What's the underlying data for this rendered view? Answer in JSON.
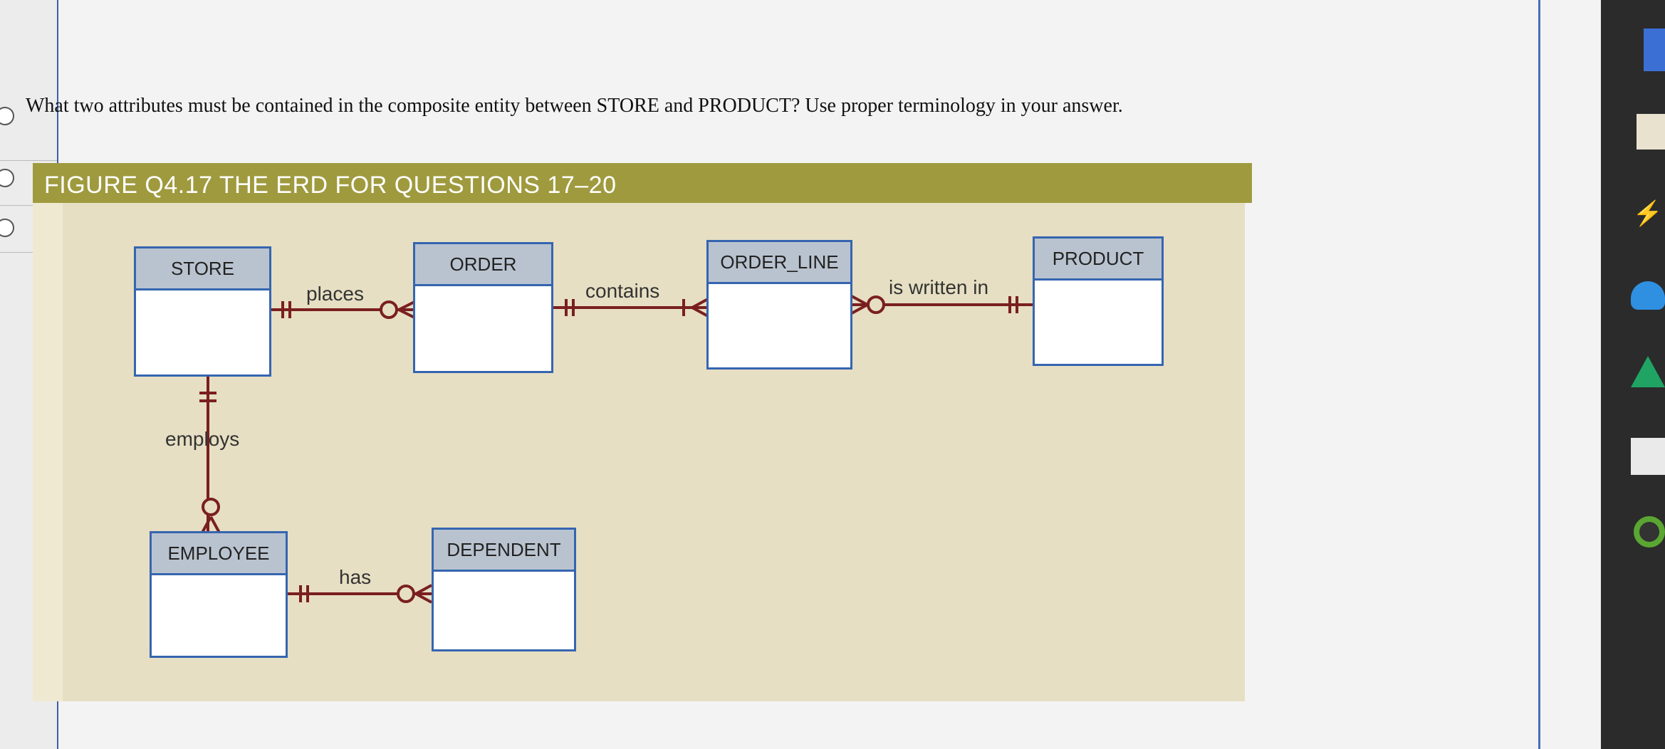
{
  "question": {
    "text": "What two attributes must be contained in the composite entity between STORE and PRODUCT? Use proper terminology in your answer."
  },
  "figure": {
    "title": "FIGURE Q4.17 THE ERD FOR QUESTIONS 17–20",
    "colors": {
      "header": "#9f9a3e",
      "panel": "#e6dfc3",
      "entity_border": "#3565b0",
      "entity_header": "#b9c3cf",
      "relationship_line": "#7a1f1f"
    },
    "entities": {
      "store": "STORE",
      "order": "ORDER",
      "order_line": "ORDER_LINE",
      "product": "PRODUCT",
      "employee": "EMPLOYEE",
      "dependent": "DEPENDENT"
    },
    "relationships": {
      "places": "places",
      "contains": "contains",
      "is_written_in": "is written in",
      "employs": "employs",
      "has": "has"
    }
  },
  "dock": {
    "icons": [
      "app-icon",
      "edit-icon",
      "wifi-icon",
      "cloud-icon",
      "drive-icon",
      "files-icon",
      "circle-app-icon"
    ]
  }
}
